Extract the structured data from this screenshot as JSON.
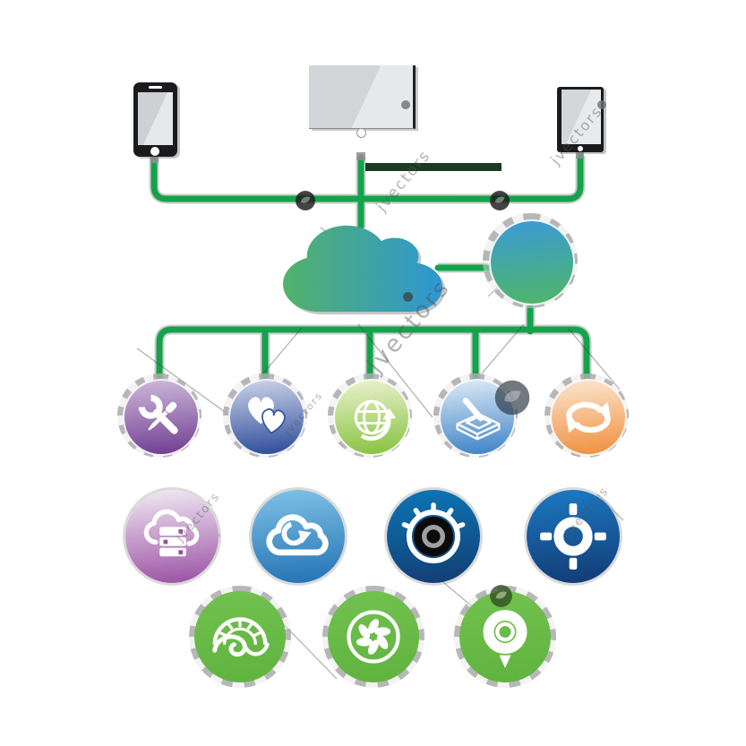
{
  "watermark": {
    "text": "jvectors"
  },
  "colors": {
    "background": "#ffffff",
    "connector_green": "#14a34b",
    "connector_shadow": "#9b9b9b",
    "dark_band": "#0a2a10",
    "device_frame": "#1b1b1e",
    "device_screen": "#dfe2e4",
    "watermark_gray": "#555555"
  },
  "cloud": {
    "name": "cloud",
    "c1": "#53b269",
    "c2": "#2e96d4"
  },
  "hub_circle": {
    "name": "hub-circle",
    "c1": "#3b9ad5",
    "c2": "#4fb667"
  },
  "devices": [
    {
      "name": "smartphone"
    },
    {
      "name": "desktop-monitor"
    },
    {
      "name": "tablet"
    }
  ],
  "service_rows": [
    {
      "items": [
        {
          "icon": "tools-icon",
          "c1": "#cdb9da",
          "c2": "#6f3c91"
        },
        {
          "icon": "hearts-icon",
          "c1": "#ccd3e9",
          "c2": "#2a4a99"
        },
        {
          "icon": "globe-arrow-icon",
          "c1": "#eaf2cf",
          "c2": "#85c23c"
        },
        {
          "icon": "box-stylus-icon",
          "c1": "#dceaf7",
          "c2": "#3c82c5"
        },
        {
          "icon": "sync-arrows-icon",
          "c1": "#fbe6cf",
          "c2": "#ef8f3d"
        }
      ]
    },
    {
      "items": [
        {
          "icon": "cloud-server-icon",
          "c1": "#f1eaf5",
          "c2": "#9a50a1"
        },
        {
          "icon": "cloud-download-icon",
          "c1": "#7fc2e6",
          "c2": "#2372b4"
        },
        {
          "icon": "webcam-icon",
          "c1": "#0d76b6",
          "c2": "#123d72"
        },
        {
          "icon": "crosshair-icon",
          "c1": "#1c7ac3",
          "c2": "#123a74"
        }
      ]
    },
    {
      "items": [
        {
          "icon": "shell-spiral-icon",
          "c1": "#72c150",
          "c2": "#60b33f"
        },
        {
          "icon": "fan-icon",
          "c1": "#72c150",
          "c2": "#60b33f"
        },
        {
          "icon": "map-pin-icon",
          "c1": "#72c150",
          "c2": "#60b33f"
        }
      ]
    }
  ]
}
